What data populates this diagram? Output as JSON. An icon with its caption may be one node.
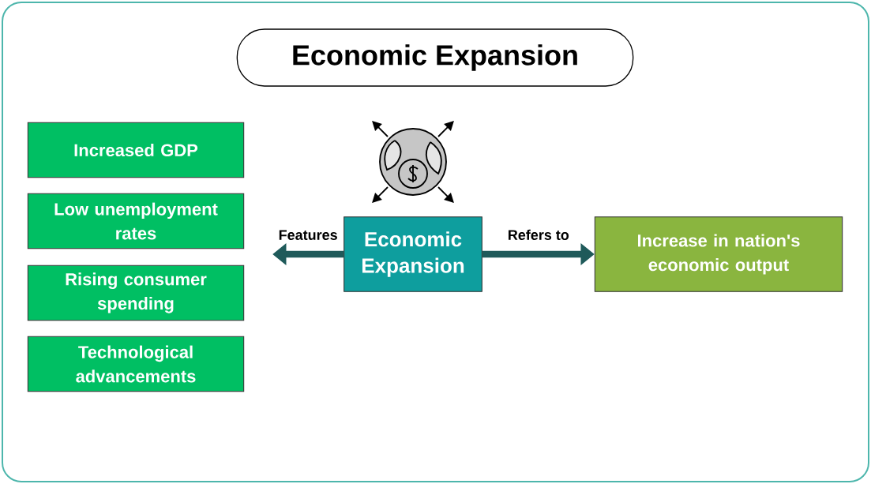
{
  "diagram": {
    "title": "Economic Expansion",
    "nodes": [
      {
        "text": [
          "Economic Expansion"
        ]
      },
      {
        "text": [
          "Increased GDP"
        ]
      },
      {
        "text": [
          "Low unemployment rates"
        ]
      },
      {
        "text": [
          "Rising consumer spending"
        ]
      },
      {
        "text": [
          "Technological advancements"
        ]
      },
      {
        "text": [
          "Increase in nation's economic output"
        ]
      }
    ],
    "edges": [
      {
        "from": 0,
        "to": null,
        "arrow": "to",
        "label": "Features"
      },
      {
        "from": 0,
        "to": 5,
        "arrow": "to",
        "label": "Refers to"
      }
    ]
  }
}
